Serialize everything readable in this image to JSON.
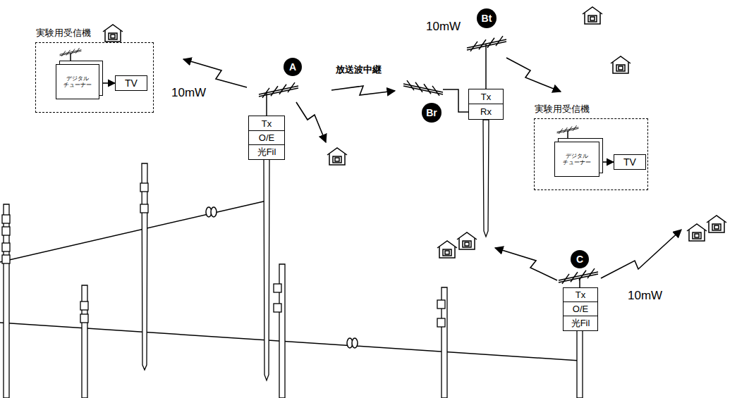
{
  "diagram": {
    "nodes": [
      {
        "text": [
          "実験用受信機"
        ]
      },
      {
        "text": [
          "デジタル チューナー"
        ],
        "in": 0
      },
      {
        "text": [
          "TV"
        ],
        "in": 0
      },
      {
        "text": [
          "A"
        ]
      },
      {
        "text": [
          "Tx"
        ]
      },
      {
        "text": [
          "O/E"
        ]
      },
      {
        "text": [
          "光Fil"
        ]
      },
      {
        "text": [
          "Bt"
        ]
      },
      {
        "text": [
          "Br"
        ]
      },
      {
        "text": [
          "Tx"
        ]
      },
      {
        "text": [
          "Rx"
        ]
      },
      {
        "text": [
          "実験用受信機"
        ]
      },
      {
        "text": [
          "デジタル チューナー"
        ],
        "in": 11
      },
      {
        "text": [
          "TV"
        ],
        "in": 11
      },
      {
        "text": [
          "C"
        ]
      },
      {
        "text": [
          "Tx"
        ]
      },
      {
        "text": [
          "O/E"
        ]
      },
      {
        "text": [
          "光Fil"
        ]
      }
    ],
    "edges": [
      {
        "from": 1,
        "to": 2,
        "arrow": "to"
      },
      {
        "from": 12,
        "to": 13,
        "arrow": "to"
      }
    ],
    "labels": [
      "10mW",
      "放送波中継",
      "10mW",
      "10mW"
    ]
  }
}
